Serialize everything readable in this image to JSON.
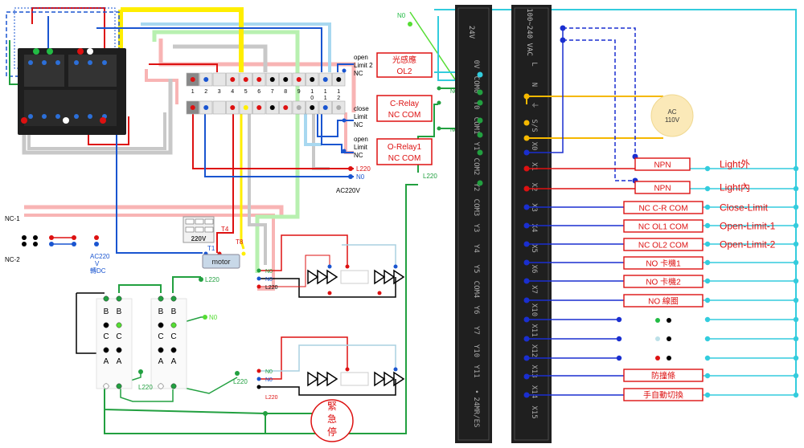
{
  "terminal_strip": {
    "top_numbers": [
      "1",
      "2",
      "3",
      "4",
      "5",
      "6",
      "7",
      "8",
      "9",
      "1\n0",
      "1\n1",
      "1\n2"
    ],
    "side_labels": {
      "open_limit2": [
        "open",
        "Limit 2",
        "NC"
      ],
      "close_limit": [
        "close",
        "Limit",
        "NC"
      ],
      "open_limit": [
        "open",
        "Limit",
        "NC"
      ]
    },
    "l220": "L220",
    "n0": "N0",
    "ac220v": "AC220V"
  },
  "relay_boxes": [
    {
      "line1": "光感應",
      "line2": "OL2"
    },
    {
      "line1": "C-Relay",
      "line2": "NC  COM"
    },
    {
      "line1": "O-Relay1",
      "line2": "NC  COM"
    }
  ],
  "wire_labels": {
    "n0_top": "N0",
    "l220_mid": "L220",
    "nc1": "NC-1",
    "nc2": "NC-2",
    "ac220_note": [
      "AC220",
      "V",
      "轉DC"
    ],
    "t4": "T4",
    "t8": "T8",
    "t1": "T1",
    "motor": "motor",
    "v220": "220V",
    "l220_a": "L220",
    "n0_b": "N0",
    "l220_b": "L220",
    "l220_c": "L220",
    "n0_c": "N0",
    "n0_valve1a": "N0",
    "n0_valve1b": "N0",
    "l220_valve1": "L220",
    "n0_valve2a": "N0",
    "n0_valve2b": "N0",
    "l220_valve2": "L220",
    "emergency": [
      "緊",
      "急",
      "停"
    ]
  },
  "relay_contacts": {
    "b": "B",
    "c": "C",
    "a": "A"
  },
  "plc_left": {
    "header": "24V",
    "terminals": [
      "0V",
      "COM0",
      "Y0",
      "COM1",
      "Y1",
      "COM2",
      "Y2",
      "COM3",
      "Y3",
      "Y4",
      "Y5",
      "COM4",
      "Y6",
      "Y7",
      "Y10",
      "Y11",
      "•",
      "24MR/ES"
    ]
  },
  "plc_right": {
    "header": "100~240 VAC",
    "terminals": [
      "L",
      "N",
      "⏚",
      "S/S",
      "X0",
      "X1",
      "X2",
      "X3",
      "X4",
      "X5",
      "X6",
      "X7",
      "X10",
      "X11",
      "X12",
      "X13",
      "X14",
      "X15"
    ]
  },
  "ac_source": [
    "AC",
    "110V"
  ],
  "input_boxes": [
    {
      "label": "NPN",
      "desc": "Light外"
    },
    {
      "label": "NPN",
      "desc": "Light內"
    },
    {
      "label": "NC C-R COM",
      "desc": "Close-Limit"
    },
    {
      "label": "NC OL1 COM",
      "desc": "Open-Limit-1"
    },
    {
      "label": "NC OL2 COM",
      "desc": "Open-Limit-2"
    },
    {
      "label": "NO 卡機1",
      "desc": ""
    },
    {
      "label": "NO 卡機2",
      "desc": ""
    },
    {
      "label": "NO  線圈",
      "desc": ""
    },
    {
      "label": "防撞條",
      "desc": ""
    },
    {
      "label": "手自動切換",
      "desc": ""
    }
  ]
}
